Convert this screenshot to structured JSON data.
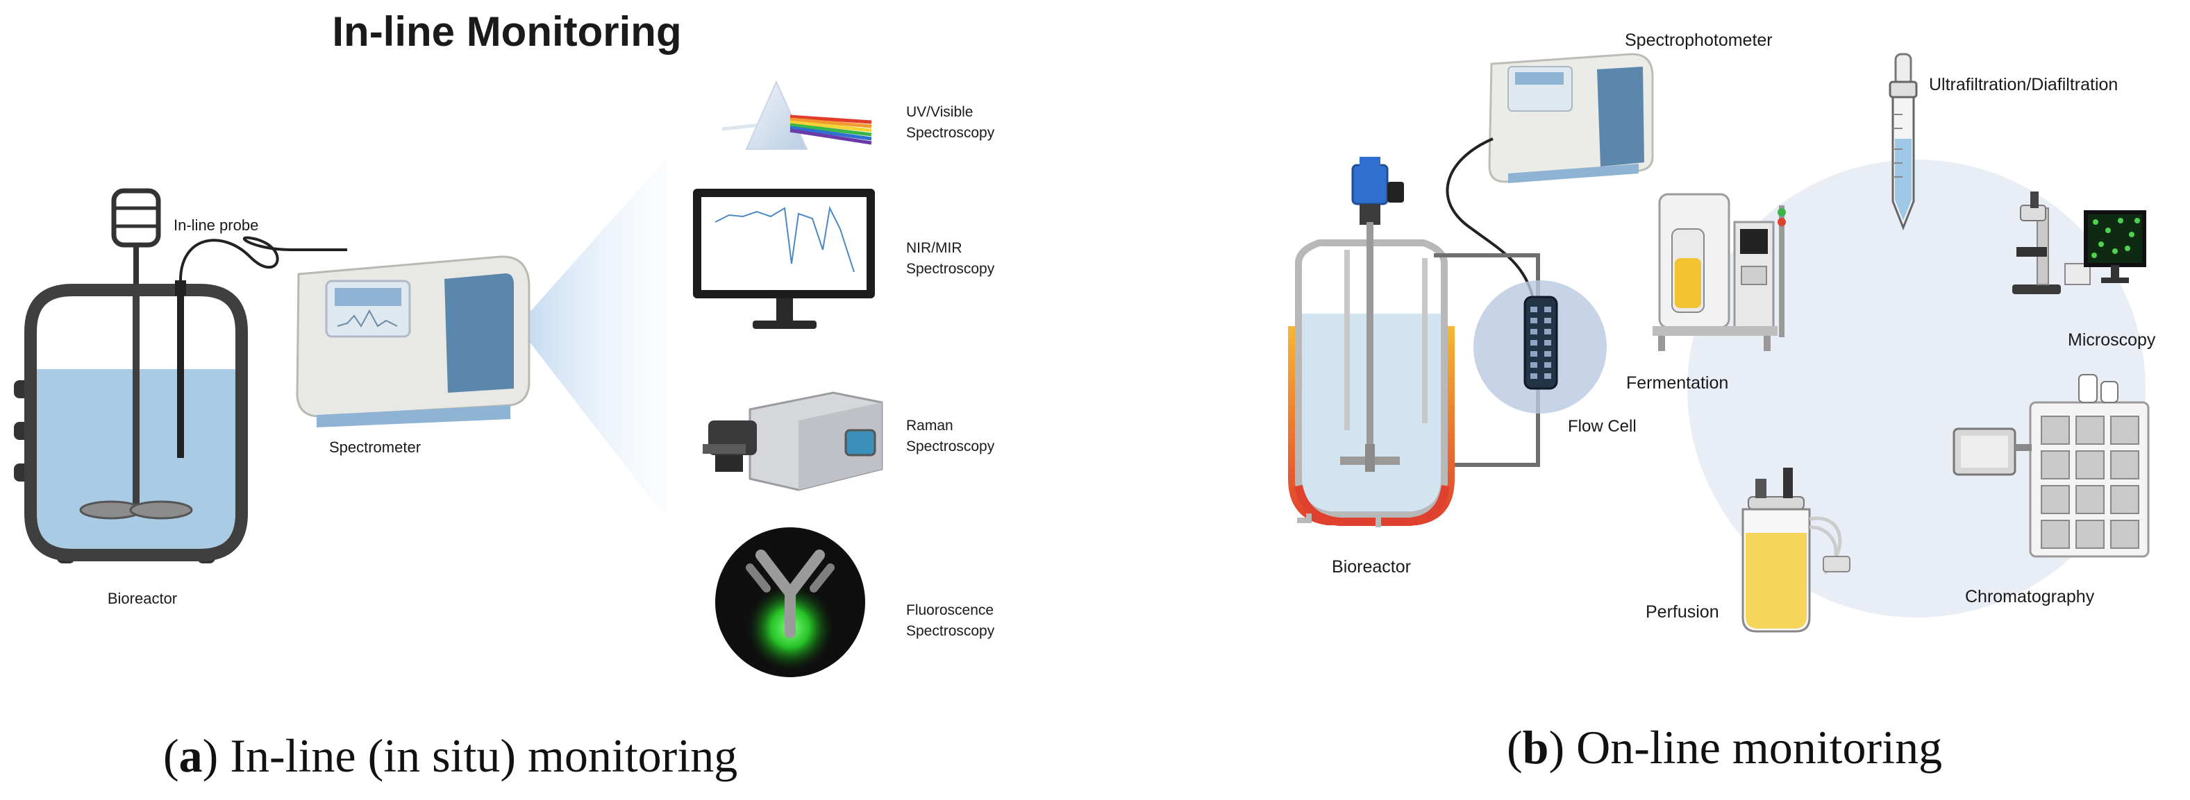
{
  "panel_a": {
    "title": "In-line Monitoring",
    "labels": {
      "probe": "In-line probe",
      "spectrometer": "Spectrometer",
      "bioreactor": "Bioreactor"
    },
    "techniques": [
      {
        "line1": "UV/Visible",
        "line2": "Spectroscopy"
      },
      {
        "line1": "NIR/MIR",
        "line2": "Spectroscopy"
      },
      {
        "line1": "Raman",
        "line2": "Spectroscopy"
      },
      {
        "line1": "Fluoroscence",
        "line2": "Spectroscopy"
      }
    ],
    "caption_letter": "a",
    "caption_text": " In-line (in situ) monitoring"
  },
  "panel_b": {
    "labels": {
      "spectrophotometer": "Spectrophotometer",
      "ultrafiltration": "Ultrafiltration/Diafiltration",
      "microscopy": "Microscopy",
      "fermentation": "Fermentation",
      "flow_cell": "Flow Cell",
      "bioreactor": "Bioreactor",
      "chromatography": "Chromatography",
      "perfusion": "Perfusion"
    },
    "caption_letter": "b",
    "caption_text": " On-line monitoring"
  },
  "colors": {
    "liquid": "#a9cbe3",
    "vessel": "#3f3f3f",
    "beam": "#cfe2f3",
    "circle": "#e9edf6",
    "heat": "#e55a3a",
    "probe_green": "#4fd14f"
  }
}
